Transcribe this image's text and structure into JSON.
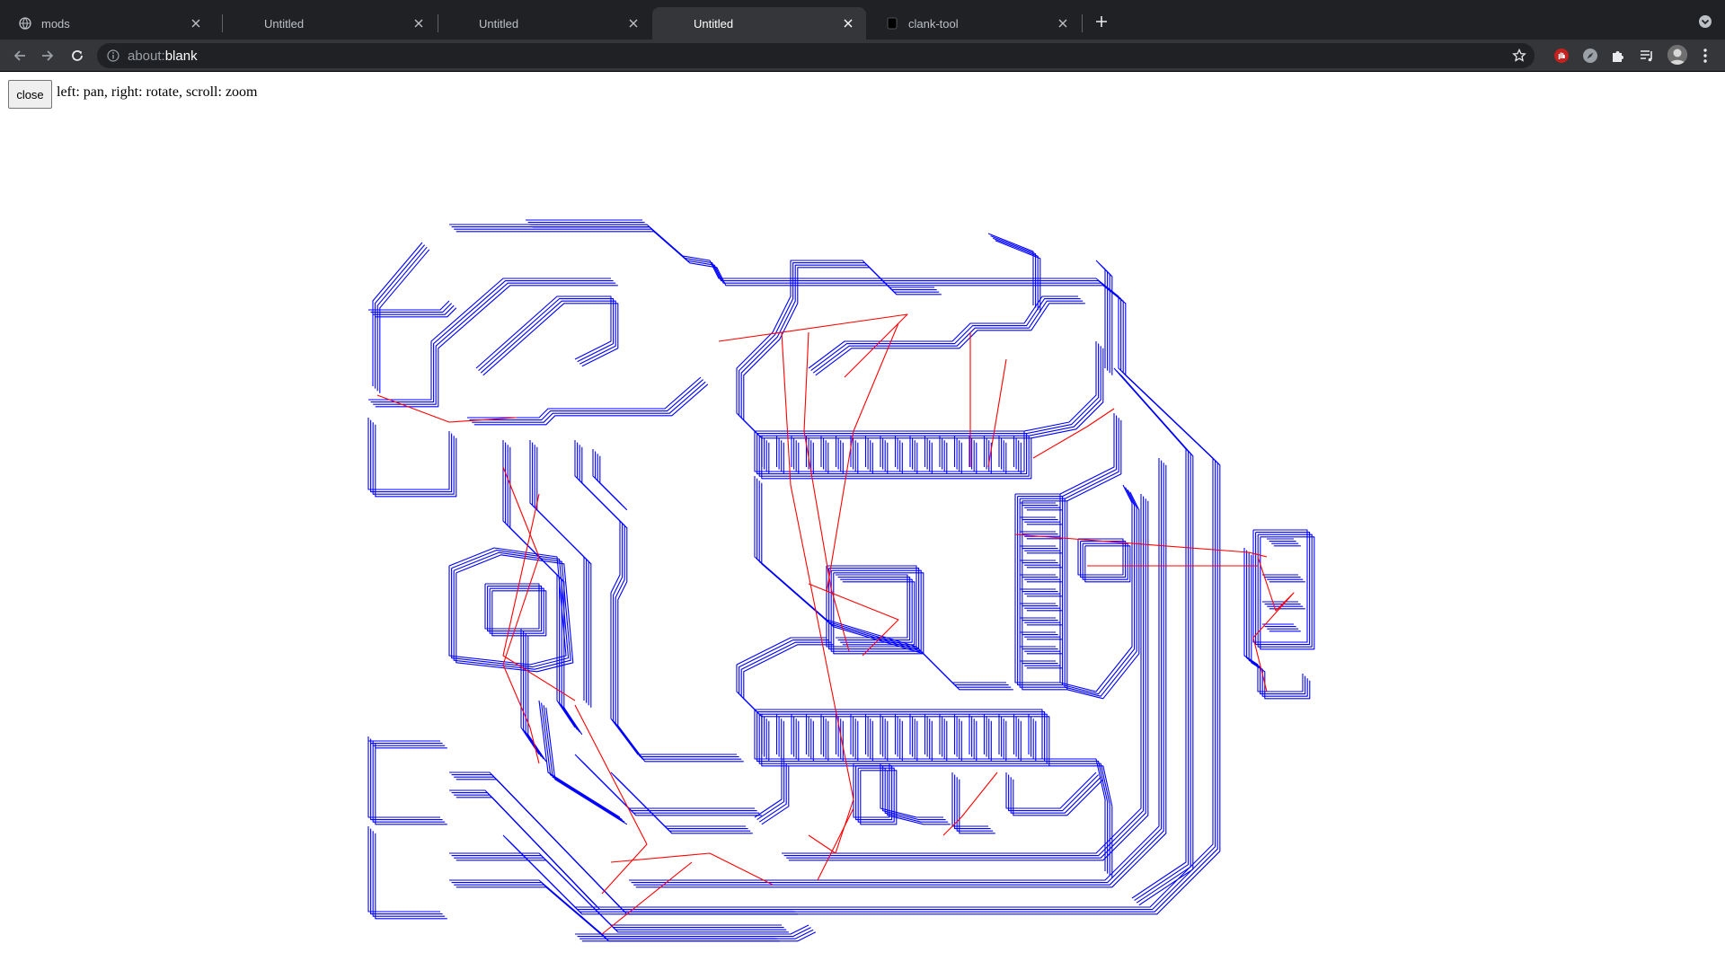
{
  "browser": {
    "tabs": [
      {
        "title": "mods",
        "favicon": "globe-icon",
        "active": false
      },
      {
        "title": "Untitled",
        "favicon": "",
        "active": false
      },
      {
        "title": "Untitled",
        "favicon": "",
        "active": false
      },
      {
        "title": "Untitled",
        "favicon": "",
        "active": true
      },
      {
        "title": "clank-tool",
        "favicon": "page-icon",
        "active": false
      }
    ],
    "address": {
      "scheme": "about:",
      "host": "blank"
    },
    "extensions": [
      "red-hand-extension-icon",
      "compass-extension-icon",
      "puzzle-extensions-icon",
      "reading-list-icon"
    ],
    "colors": {
      "tabstrip": "#202124",
      "toolbar": "#35363a",
      "omnibox": "#202124"
    }
  },
  "page": {
    "close_label": "close",
    "hint": "left: pan, right: rotate, scroll: zoom"
  },
  "toolpath": {
    "cut_color": "#0000ff",
    "move_color": "#ff0000"
  }
}
